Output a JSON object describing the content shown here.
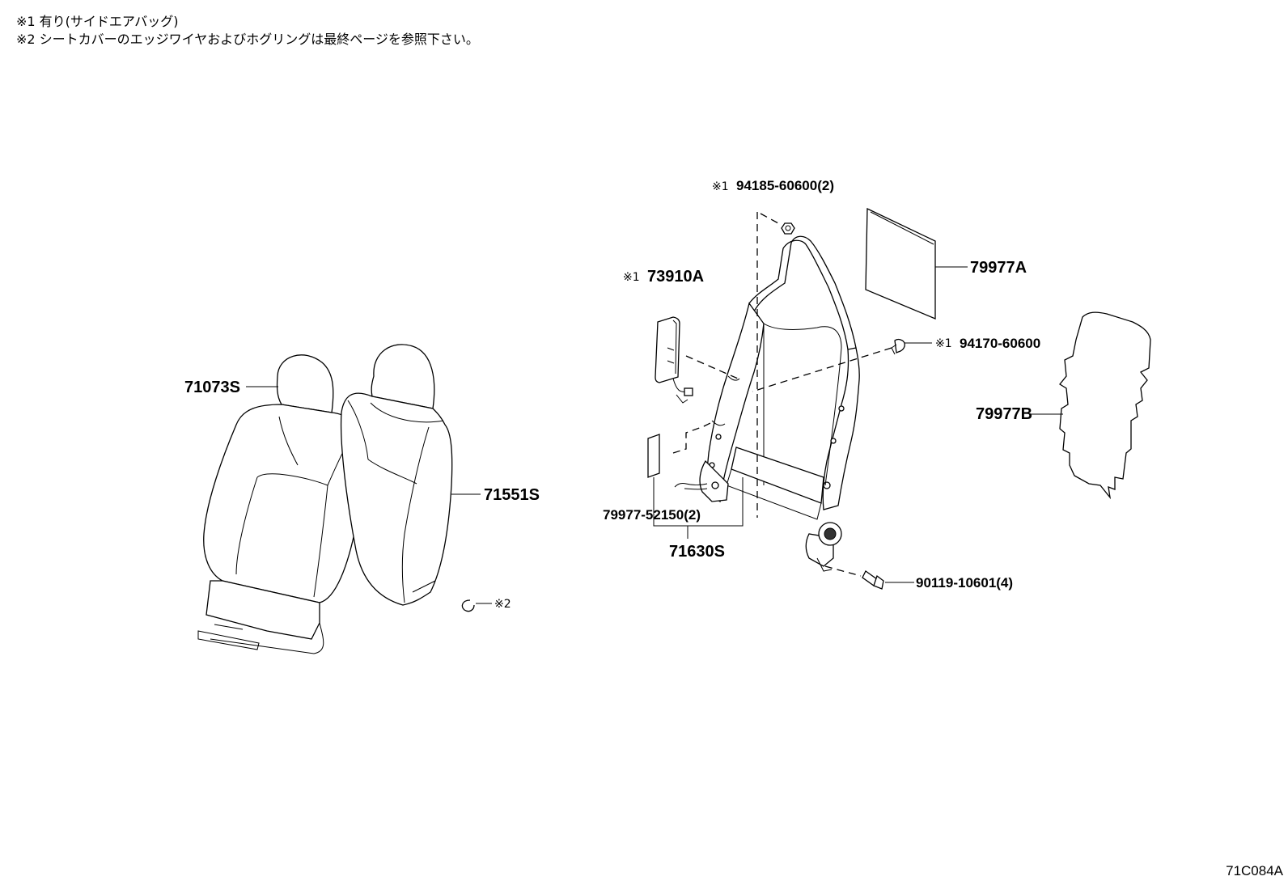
{
  "notes": [
    "※1 有り(サイドエアバッグ)",
    "※2 シートカバーのエッジワイヤおよびホグリングは最終ページを参照下さい。"
  ],
  "figure_id": "71C084A",
  "parts": {
    "seat_assembly": "71073S",
    "seat_cover": "71551S",
    "ref2_mark": "※2",
    "airbag_mark": "※1",
    "airbag": "73910A",
    "nut_mark": "※1",
    "nut": "94185-60600(2)",
    "pad_a": "79977A",
    "clip_mark": "※1",
    "clip": "94170-60600",
    "pad_b": "79977B",
    "small_pad": "79977-52150(2)",
    "frame": "71630S",
    "bolt": "90119-10601(4)"
  }
}
